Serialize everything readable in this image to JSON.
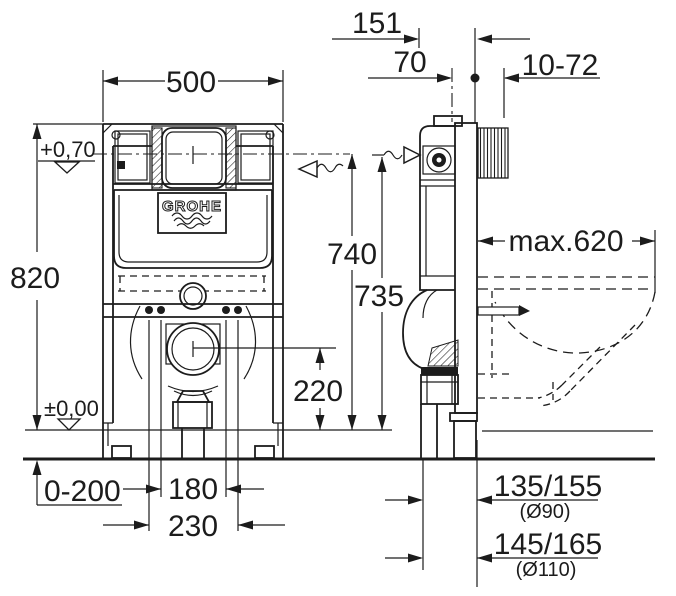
{
  "brand": {
    "logo": "GROHE"
  },
  "front": {
    "width": "500",
    "height": "820",
    "level_top": "+0,70",
    "level_floor": "±0,00",
    "foot_adjust": "0-200",
    "bolt_spacing_inner": "180",
    "bolt_spacing_outer": "230",
    "drain_center_height": "220"
  },
  "side": {
    "depth": "151",
    "supply_offset": "70",
    "wall_thickness": "10-72",
    "supply_height": "740",
    "frame_height": "735",
    "bowl_depth_max": "max.620",
    "outlet_90": "135/155",
    "outlet_90_pipe": "(Ø90)",
    "outlet_110": "145/165",
    "outlet_110_pipe": "(Ø110)"
  },
  "colors": {
    "ink": "#1c1c1c",
    "paper": "#ffffff"
  }
}
